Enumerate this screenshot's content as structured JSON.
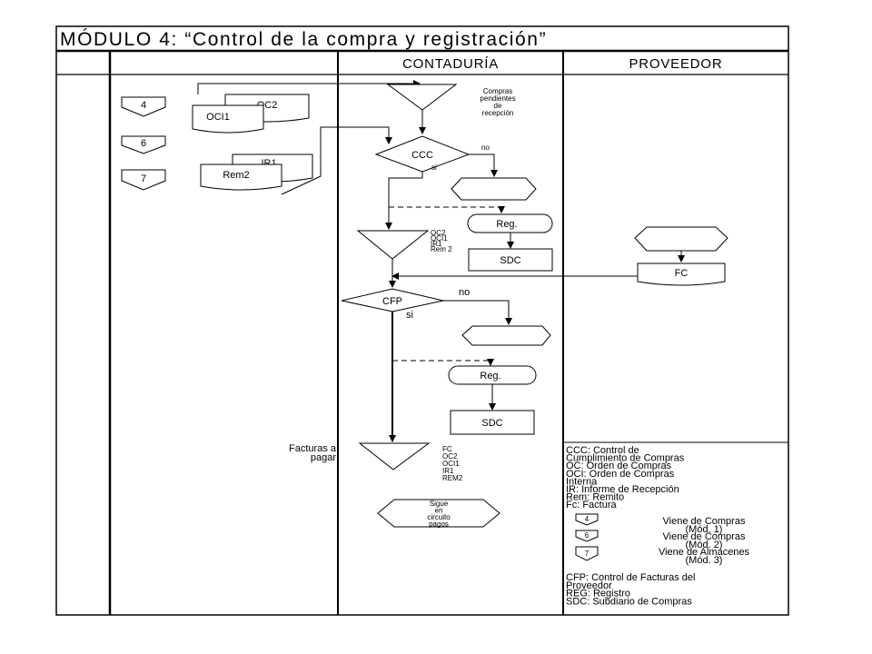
{
  "title": "MÓDULO 4: “Control de la compra y registración”",
  "lanes": {
    "contaduria": "CONTADURÍA",
    "proveedor": "PROVEEDOR"
  },
  "connectors": {
    "c4": "4",
    "c6": "6",
    "c7": "7"
  },
  "documents": {
    "oc2": "OC2",
    "oci1": "OCI1",
    "ir1": "IR1",
    "rem2": "Rem2",
    "fc": "FC"
  },
  "files": {
    "pendientes": [
      "Compras",
      "pendientes",
      "de",
      "recepción"
    ],
    "archivo2": [
      "OC2",
      "OCI1",
      "IR1",
      "Rem 2"
    ],
    "facturas_label": [
      "Facturas a",
      "pagar"
    ],
    "facturas": [
      "FC",
      "OC2",
      "OCI1",
      "IR1",
      "REM2"
    ]
  },
  "decisions": {
    "ccc": "CCC",
    "cfp": "CFP",
    "no": "no",
    "si": "si"
  },
  "process": {
    "reg": "Reg.",
    "sdc": "SDC"
  },
  "terminal": {
    "sigue": [
      "Sigue",
      "en",
      "circuito",
      "pagos"
    ]
  },
  "legend": {
    "abbrev1": [
      "CCC: Control de",
      "Cumplimiento de Compras",
      "OC: Orden de Compras",
      "OCI: Orden de Compras",
      "Interna",
      "IR: Informe de Recepción",
      "Rem: Remito",
      "Fc: Factura"
    ],
    "items": [
      {
        "num": "4",
        "lines": [
          "Viene de Compras",
          "(Mód. 1)"
        ]
      },
      {
        "num": "6",
        "lines": [
          "Viene de Compras",
          "(Mód. 2)"
        ]
      },
      {
        "num": "7",
        "lines": [
          "Viene de Almacenes",
          "(Mód. 3)"
        ]
      }
    ],
    "abbrev2": [
      "CFP: Control de Facturas del",
      "Proveedor",
      "REG: Registro",
      "SDC: Subdiario  de Compras"
    ]
  }
}
